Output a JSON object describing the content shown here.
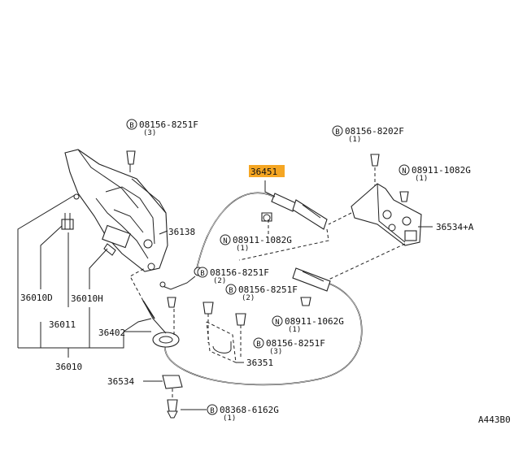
{
  "highlight_color": "#f5a623",
  "highlighted_part": "36451",
  "callouts": {
    "b1": {
      "letter": "B",
      "code": "08156-8251F",
      "qty": "(3)"
    },
    "b2": {
      "letter": "B",
      "code": "08156-8202F",
      "qty": "(1)"
    },
    "n1": {
      "letter": "N",
      "code": "08911-1082G",
      "qty": "(1)"
    },
    "n2": {
      "letter": "N",
      "code": "08911-1082G",
      "qty": "(1)"
    },
    "b3": {
      "letter": "B",
      "code": "08156-8251F",
      "qty": "(2)"
    },
    "b4": {
      "letter": "B",
      "code": "08156-8251F",
      "qty": "(2)"
    },
    "n3": {
      "letter": "N",
      "code": "08911-1062G",
      "qty": "(1)"
    },
    "b5": {
      "letter": "B",
      "code": "08156-8251F",
      "qty": "(3)"
    },
    "b6": {
      "letter": "B",
      "code": "08368-6162G",
      "qty": "(1)"
    }
  },
  "parts": {
    "p36138": "36138",
    "p36534a": "36534+A",
    "p36010d": "36010D",
    "p36010h": "36010H",
    "p36011": "36011",
    "p36402": "36402",
    "p36010": "36010",
    "p36351": "36351",
    "p36534": "36534"
  },
  "diagram_id": "A443B0"
}
